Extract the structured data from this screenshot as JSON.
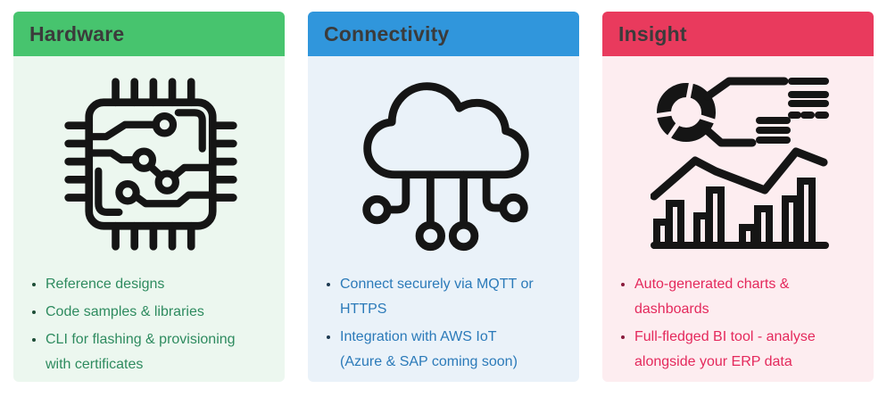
{
  "page": {
    "background": "#ffffff",
    "header_text_color": "#3b3b3b",
    "icon_stroke_color": "#151515"
  },
  "cards": [
    {
      "title": "Hardware",
      "icon": "chip-icon",
      "colors": {
        "header": "#47c46e",
        "body": "#ecf7ef",
        "text": "#2e8b5f",
        "marker": "#1d4d36"
      },
      "items": [
        "Reference designs",
        "Code samples & libraries",
        "CLI for flashing & provisioning\nwith certificates"
      ]
    },
    {
      "title": "Connectivity",
      "icon": "cloud-iot-icon",
      "colors": {
        "header": "#3096dc",
        "body": "#eaf2f9",
        "text": "#2b7ab9",
        "marker": "#1e3a52"
      },
      "items": [
        "Connect securely via MQTT or\nHTTPS",
        "Integration with AWS IoT\n(Azure & SAP coming soon)"
      ]
    },
    {
      "title": "Insight",
      "icon": "analytics-icon",
      "colors": {
        "header": "#e93a5d",
        "body": "#fdedf0",
        "text": "#e4295c",
        "marker": "#8a1b3c"
      },
      "items": [
        "Auto-generated charts &\ndashboards",
        "Full-fledged BI tool - analyse\nalongside your ERP data"
      ]
    }
  ]
}
